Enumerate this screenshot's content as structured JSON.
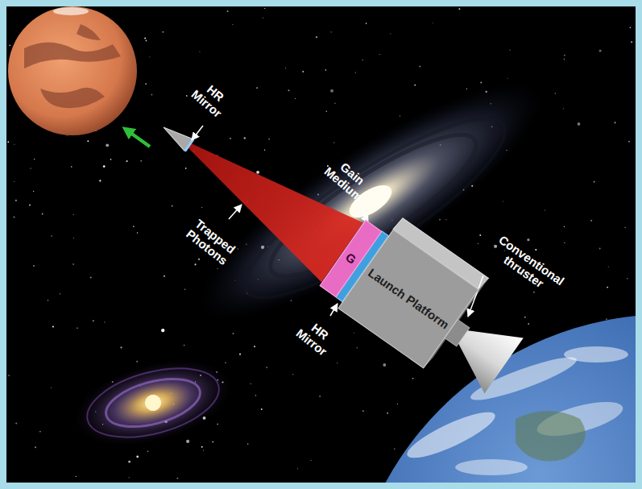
{
  "diagram": {
    "nodes": [
      {
        "text": [
          "G"
        ]
      },
      {
        "text": [
          "Launch Platform"
        ]
      }
    ],
    "labels": [
      "HR Mirror",
      "Gain Medium",
      "Trapped Photons",
      "Conventional thruster",
      "HR Mirror"
    ]
  }
}
